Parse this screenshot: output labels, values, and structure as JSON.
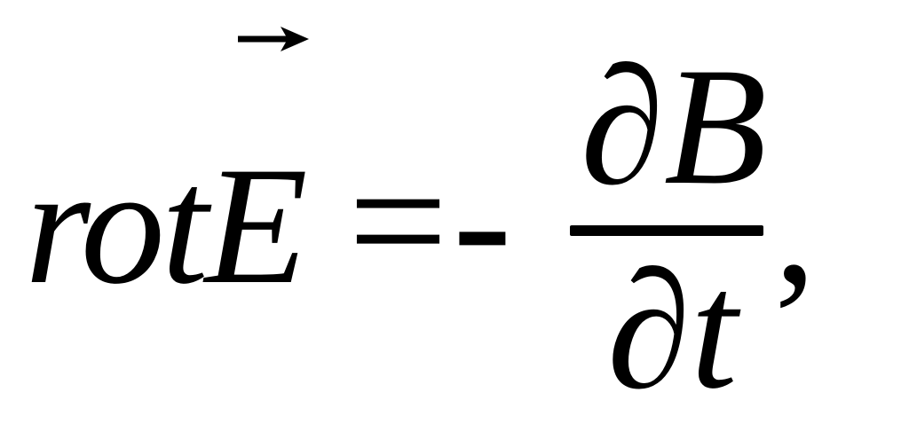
{
  "formula": {
    "lhs": "rotE",
    "equals": "=",
    "minus": "-",
    "numerator": "∂B",
    "denominator": "∂t",
    "trailing": ","
  },
  "icons": {
    "vector_arrow": "right-arrow-icon"
  },
  "colors": {
    "ink": "#000000",
    "background": "#ffffff"
  }
}
